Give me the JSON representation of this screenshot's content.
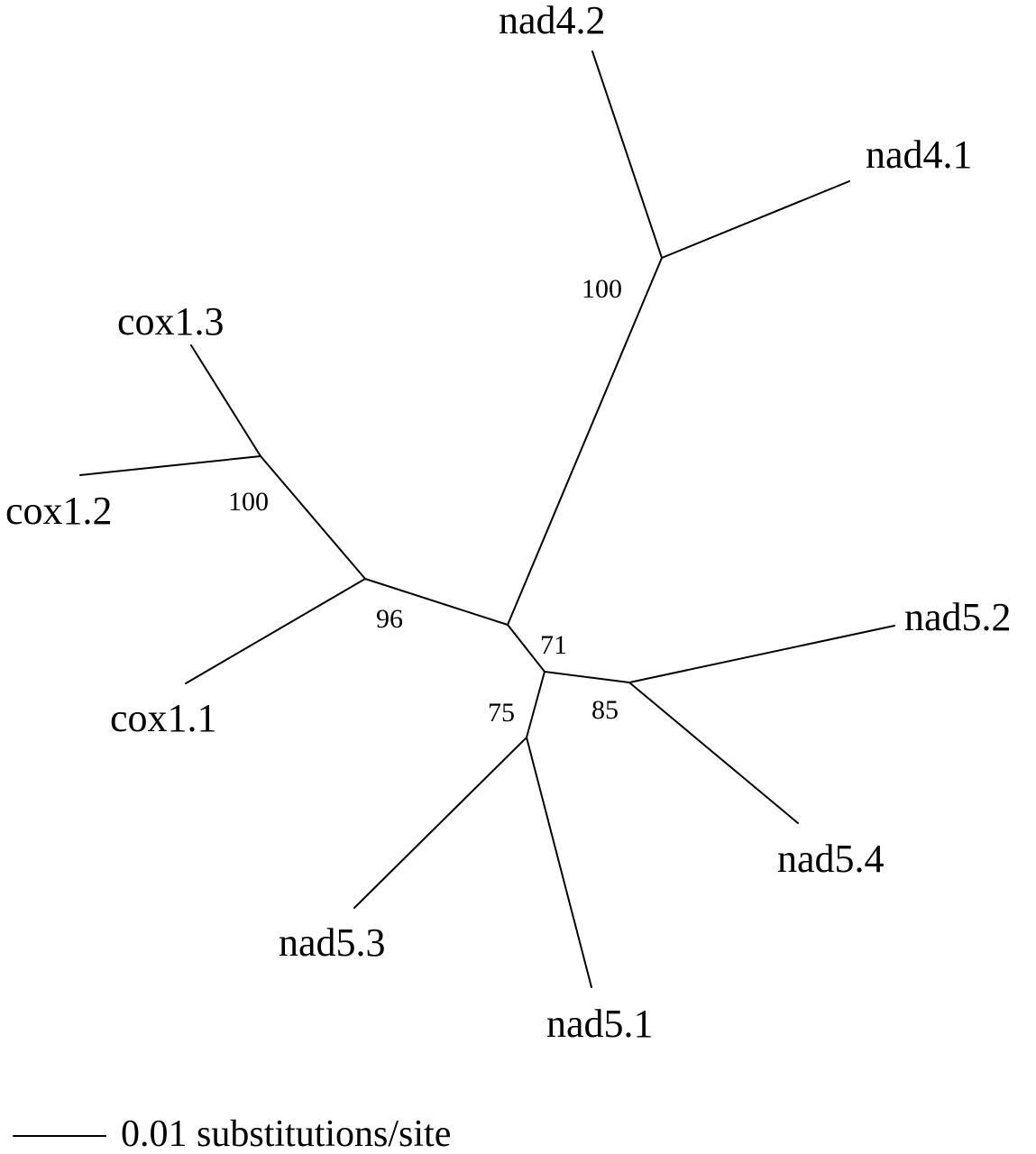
{
  "tree": {
    "leaves": {
      "nad4_2": "nad4.2",
      "nad4_1": "nad4.1",
      "cox1_3": "cox1.3",
      "cox1_2": "cox1.2",
      "cox1_1": "cox1.1",
      "nad5_2": "nad5.2",
      "nad5_4": "nad5.4",
      "nad5_3": "nad5.3",
      "nad5_1": "nad5.1"
    },
    "support": {
      "nad4_clade": "100",
      "cox_inner": "100",
      "cox_clade": "96",
      "center": "71",
      "nad5_3_1": "75",
      "nad5_2_4": "85"
    },
    "scale_bar": {
      "label": "0.01 substitutions/site"
    }
  }
}
